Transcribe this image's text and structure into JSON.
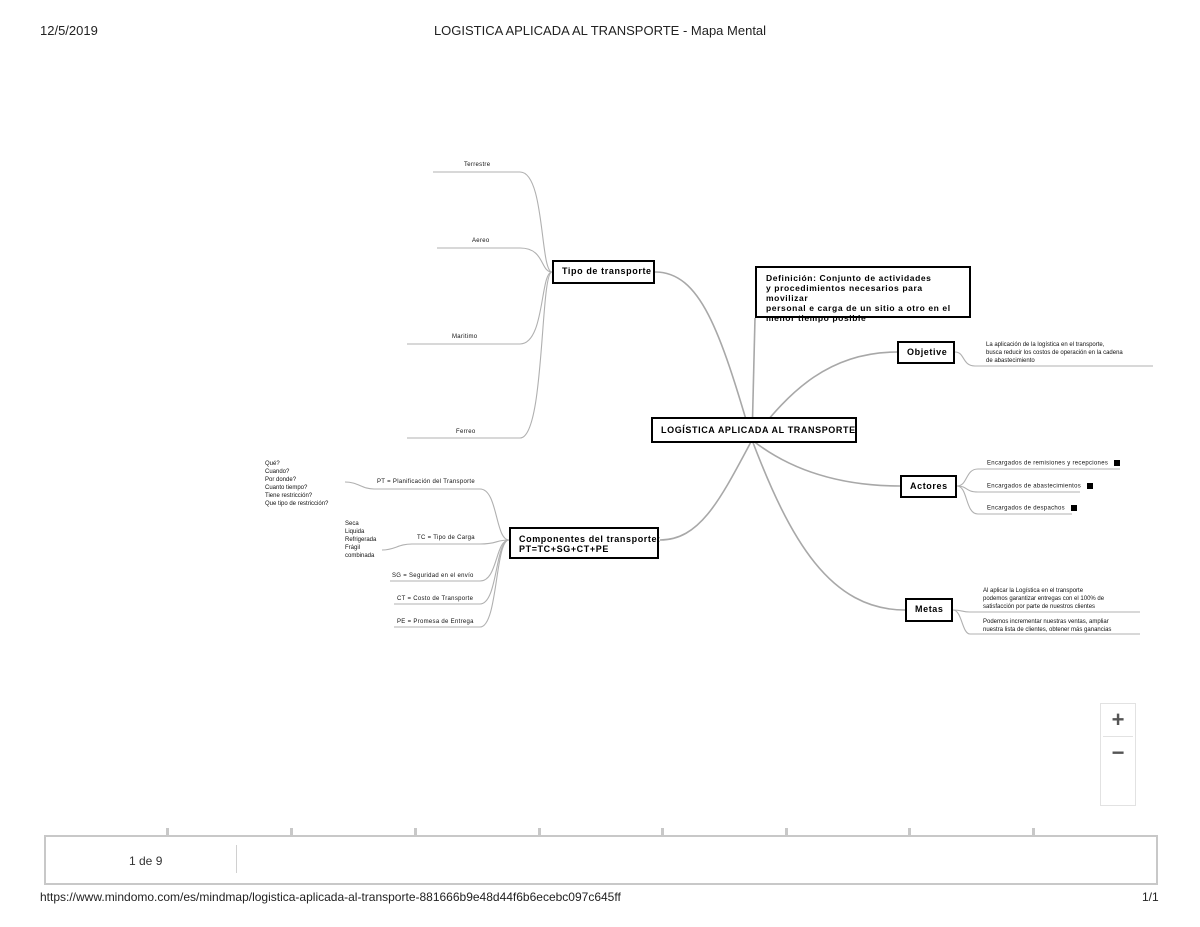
{
  "header": {
    "date": "12/5/2019",
    "title": "LOGISTICA APLICADA AL TRANSPORTE - Mapa Mental"
  },
  "footer": {
    "url": "https://www.mindomo.com/es/mindmap/logistica-aplicada-al-transporte-881666b9e48d44f6b6ecebc097c645ff",
    "page": "1/1"
  },
  "map": {
    "central": "LOGÍSTICA APLICADA AL TRANSPORTE",
    "definition": {
      "line1": "Definición: Conjunto de actividades",
      "line2": "y procedimientos necesarios para movilizar",
      "line3": "personal e carga de un sitio a otro en el",
      "line4": "menor tiempo posible"
    },
    "tipo": {
      "label": "Tipo de transporte",
      "children": [
        "Terrestre",
        "Aereo",
        "Maritimo",
        "Ferreo"
      ]
    },
    "componentes": {
      "line1": "Componentes del transporte:",
      "line2": "PT=TC+SG+CT+PE",
      "children": [
        "PT = Planificación del Transporte",
        "TC = Tipo de Carga",
        "SG = Seguridad en el envío",
        "CT = Costo de Transporte",
        "PE = Promesa de Entrega"
      ],
      "pt_questions": [
        "Qué?",
        "Cuando?",
        "Por donde?",
        "Cuanto tiempo?",
        "Tiene restricción?",
        "Que tipo de restricción?"
      ],
      "tc_types": [
        "Seca",
        "Liquida",
        "Refrigerada",
        "Frágil",
        "combinada"
      ]
    },
    "objetivo": {
      "label": "Objetive",
      "text": {
        "line1": "La aplicación de la logística en el transporte,",
        "line2": "busca reducir los costos de operación en la cadena",
        "line3": "de abastecimiento"
      }
    },
    "actores": {
      "label": "Actores",
      "children": [
        "Encargados de remisiones y recepciones",
        "Encargados de abastecimientos",
        "Encargados de despachos"
      ]
    },
    "metas": {
      "label": "Metas",
      "text1": {
        "line1": "Al aplicar la Logística en el transporte",
        "line2": "podemos garantizar entregas con el 100% de",
        "line3": "satisfacción por parte de nuestros clientes"
      },
      "text2": {
        "line1": "Podemos incrementar nuestras ventas, ampliar",
        "line2": "nuestra lista de clientes, obtener más ganancias"
      }
    }
  },
  "viewer": {
    "page_indicator": "1 de 9",
    "zoom_in": "+",
    "zoom_out": "−"
  }
}
